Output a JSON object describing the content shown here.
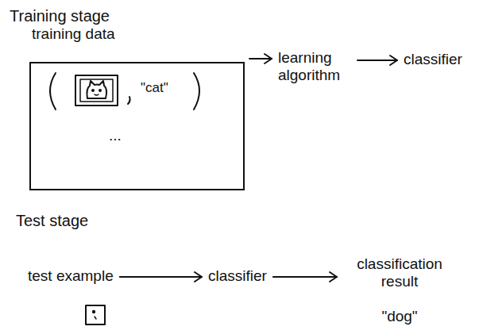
{
  "diagram": {
    "nodes": [
      {
        "text": [
          "training data",
          "\"cat\"",
          "..."
        ]
      },
      {
        "text": [
          "learning algorithm"
        ]
      },
      {
        "text": [
          "classifier"
        ]
      },
      {
        "text": [
          "test example"
        ]
      },
      {
        "text": [
          "classifier"
        ]
      },
      {
        "text": [
          "classification result",
          "\"dog\""
        ]
      }
    ],
    "edges": [
      {
        "from": 0,
        "to": 1,
        "arrow": "to"
      },
      {
        "from": 1,
        "to": 2,
        "arrow": "to"
      },
      {
        "from": 3,
        "to": 4,
        "arrow": "to"
      },
      {
        "from": 4,
        "to": 5,
        "arrow": "to"
      }
    ],
    "labels": [
      "Training stage",
      "Test stage"
    ]
  }
}
